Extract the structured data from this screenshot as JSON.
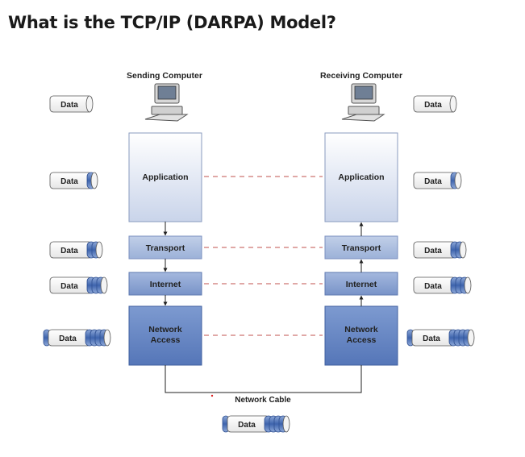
{
  "title": "What is the TCP/IP (DARPA) Model?",
  "computers": {
    "sending": "Sending Computer",
    "receiving": "Receiving Computer"
  },
  "layers": [
    "Application",
    "Transport",
    "Internet",
    "Network Access"
  ],
  "network_cable": "Network Cable",
  "data_label": "Data",
  "colors": {
    "application_top": "#ffffff",
    "application_bottom": "#c9d4ea",
    "transport": "#9fb3d8",
    "internet": "#7b97cb",
    "network_access": "#5b7dbf",
    "data_band": "#4a6fb5"
  }
}
